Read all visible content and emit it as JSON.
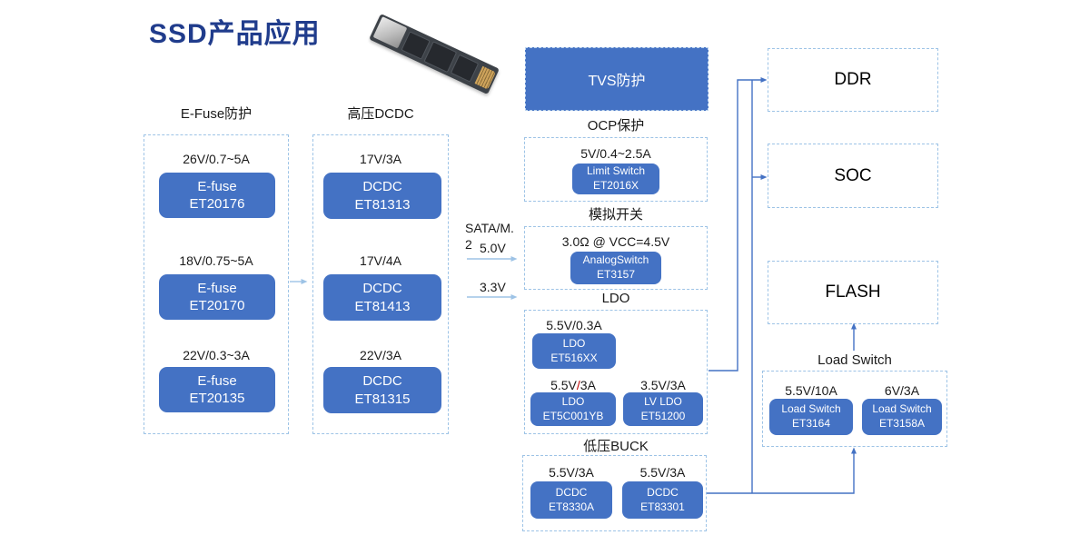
{
  "page": {
    "title": "SSD产品应用"
  },
  "colors": {
    "title_color": "#203c8c",
    "box_blue": "#4472c4",
    "box_text": "#ffffff",
    "dash_border": "#9dc3e6",
    "wire_dark": "#4472c4",
    "wire_light": "#9dc3e6",
    "label_text": "#1a1a1a",
    "red_slash": "#c00000"
  },
  "columns": {
    "efuse": {
      "header": "E-Fuse防护",
      "items": [
        {
          "rating": "26V/0.7~5A",
          "line1": "E-fuse",
          "line2": "ET20176"
        },
        {
          "rating": "18V/0.75~5A",
          "line1": "E-fuse",
          "line2": "ET20170"
        },
        {
          "rating": "22V/0.3~3A",
          "line1": "E-fuse",
          "line2": "ET20135"
        }
      ]
    },
    "dcdc": {
      "header": "高压DCDC",
      "items": [
        {
          "rating": "17V/3A",
          "line1": "DCDC",
          "line2": "ET81313"
        },
        {
          "rating": "17V/4A",
          "line1": "DCDC",
          "line2": "ET81413"
        },
        {
          "rating": "22V/3A",
          "line1": "DCDC",
          "line2": "ET81315"
        }
      ]
    }
  },
  "bus": {
    "interface_line1": "SATA/M.",
    "interface_line2": "2",
    "rail_5v": "5.0V",
    "rail_3v3": "3.3V"
  },
  "center": {
    "tvs": "TVS防护",
    "ocp": {
      "header": "OCP保护",
      "rating": "5V/0.4~2.5A",
      "chip_line1": "Limit Switch",
      "chip_line2": "ET2016X"
    },
    "analog": {
      "header": "模拟开关",
      "rating": "3.0Ω @ VCC=4.5V",
      "chip_line1": "AnalogSwitch",
      "chip_line2": "ET3157"
    },
    "ldo": {
      "header": "LDO",
      "top": {
        "rating": "5.5V/0.3A",
        "chip_line1": "LDO",
        "chip_line2": "ET516XX"
      },
      "left": {
        "rating_pre": "5.5V",
        "rating_slash": "/",
        "rating_post": "3A",
        "chip_line1": "LDO",
        "chip_line2": "ET5C001YB"
      },
      "right": {
        "rating": "3.5V/3A",
        "chip_line1": "LV LDO",
        "chip_line2": "ET51200"
      }
    },
    "buck": {
      "header": "低压BUCK",
      "left": {
        "rating": "5.5V/3A",
        "chip_line1": "DCDC",
        "chip_line2": "ET8330A"
      },
      "right": {
        "rating": "5.5V/3A",
        "chip_line1": "DCDC",
        "chip_line2": "ET83301"
      }
    }
  },
  "loads": {
    "ddr": "DDR",
    "soc": "SOC",
    "flash": "FLASH",
    "load_switch": {
      "header": "Load Switch",
      "left": {
        "rating": "5.5V/10A",
        "chip_line1": "Load Switch",
        "chip_line2": "ET3164"
      },
      "right": {
        "rating": "6V/3A",
        "chip_line1": "Load Switch",
        "chip_line2": "ET3158A"
      }
    }
  }
}
